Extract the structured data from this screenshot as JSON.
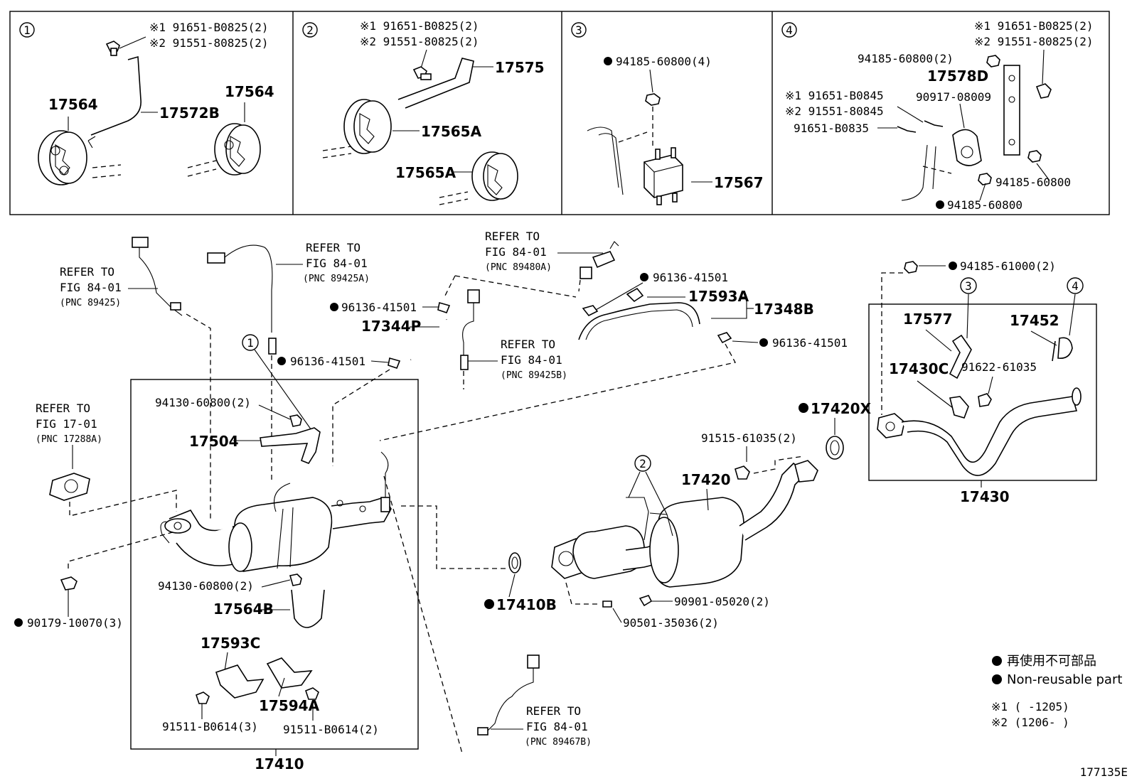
{
  "diagram_id": "177135E",
  "panels": [
    {
      "number": "1",
      "labels": [
        "※1 91651-B0825(2)",
        "※2 91551-80825(2)",
        "17564",
        "17572B",
        "17564"
      ]
    },
    {
      "number": "2",
      "labels": [
        "※1 91651-B0825(2)",
        "※2 91551-80825(2)",
        "17575",
        "17565A",
        "17565A"
      ]
    },
    {
      "number": "3",
      "labels": [
        "94185-60800(4)",
        "17567"
      ]
    },
    {
      "number": "4",
      "labels": [
        "※1 91651-B0825(2)",
        "※2 91551-80825(2)",
        "94185-60800(2)",
        "17578D",
        "※1 91651-B0845",
        "※2 91551-80845",
        "90917-08009",
        "91651-B0835",
        "94185-60800",
        "94185-60800"
      ]
    }
  ],
  "labels": {
    "ref_89425": [
      "REFER TO",
      "FIG 84-01",
      "(PNC 89425)"
    ],
    "ref_89425A": [
      "REFER TO",
      "FIG 84-01",
      "(PNC 89425A)"
    ],
    "ref_89480A": [
      "REFER TO",
      "FIG 84-01",
      "(PNC 89480A)"
    ],
    "ref_89425B": [
      "REFER TO",
      "FIG 84-01",
      "(PNC 89425B)"
    ],
    "ref_17288A": [
      "REFER TO",
      "FIG 17-01",
      "(PNC 17288A)"
    ],
    "ref_89467B": [
      "REFER TO",
      "FIG 84-01",
      "(PNC 89467B)"
    ],
    "p_96136_a": "96136-41501",
    "p_96136_b": "96136-41501",
    "p_96136_c": "96136-41501",
    "p_96136_d": "96136-41501",
    "p_17344P": "17344P",
    "p_17593A": "17593A",
    "p_17348B": "17348B",
    "p_94185_61000": "94185-61000(2)",
    "p_17577": "17577",
    "p_17452": "17452",
    "p_17430C": "17430C",
    "p_91622": "91622-61035",
    "p_17420X": "17420X",
    "p_17430": "17430",
    "p_91515": "91515-61035(2)",
    "p_17420": "17420",
    "p_94130_a": "94130-60800(2)",
    "p_17504": "17504",
    "p_94130_b": "94130-60800(2)",
    "p_17564B": "17564B",
    "p_90179": "90179-10070(3)",
    "p_17593C": "17593C",
    "p_17594A": "17594A",
    "p_91511_a": "91511-B0614(3)",
    "p_91511_b": "91511-B0614(2)",
    "p_17410": "17410",
    "p_17410B": "17410B",
    "p_90901": "90901-05020(2)",
    "p_90501": "90501-35036(2)",
    "c1": "1",
    "c2": "2",
    "c3": "3",
    "c4": "4"
  },
  "legend": {
    "jp": "再使用不可部品",
    "en": "Non-reusable part",
    "note1": "※1 (     -1205)",
    "note2": "※2 (1206-     )"
  }
}
